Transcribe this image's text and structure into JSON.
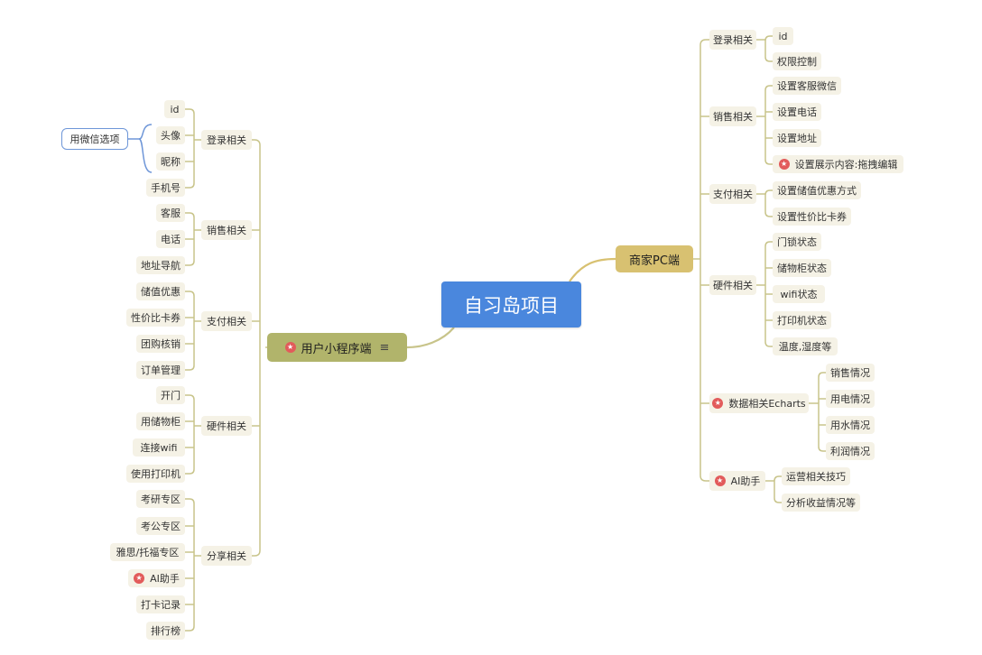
{
  "root": {
    "label": "自习岛项目",
    "user_side": {
      "label": "用户小程序端",
      "starred": true,
      "has_note": true,
      "groups": [
        {
          "label": "登录相关",
          "items": [
            {
              "label": "id"
            },
            {
              "label": "头像"
            },
            {
              "label": "昵称"
            },
            {
              "label": "手机号"
            }
          ],
          "callout": "用微信选项"
        },
        {
          "label": "销售相关",
          "items": [
            {
              "label": "客服"
            },
            {
              "label": "电话"
            },
            {
              "label": "地址导航"
            }
          ]
        },
        {
          "label": "支付相关",
          "items": [
            {
              "label": "储值优惠"
            },
            {
              "label": "性价比卡券"
            },
            {
              "label": "团购核销"
            },
            {
              "label": "订单管理"
            }
          ]
        },
        {
          "label": "硬件相关",
          "items": [
            {
              "label": "开门"
            },
            {
              "label": "用储物柜"
            },
            {
              "label": "连接wifi"
            },
            {
              "label": "使用打印机"
            }
          ]
        },
        {
          "label": "分享相关",
          "items": [
            {
              "label": "考研专区"
            },
            {
              "label": "考公专区"
            },
            {
              "label": "雅思/托福专区"
            },
            {
              "label": "AI助手",
              "starred": true
            },
            {
              "label": "打卡记录"
            },
            {
              "label": "排行榜"
            }
          ]
        }
      ]
    },
    "merchant_side": {
      "label": "商家PC端",
      "groups": [
        {
          "label": "登录相关",
          "items": [
            {
              "label": "id"
            },
            {
              "label": "权限控制"
            }
          ]
        },
        {
          "label": "销售相关",
          "items": [
            {
              "label": "设置客服微信"
            },
            {
              "label": "设置电话"
            },
            {
              "label": "设置地址"
            },
            {
              "label": "设置展示内容:拖拽编辑",
              "starred": true
            }
          ]
        },
        {
          "label": "支付相关",
          "items": [
            {
              "label": "设置储值优惠方式"
            },
            {
              "label": "设置性价比卡券"
            }
          ]
        },
        {
          "label": "硬件相关",
          "items": [
            {
              "label": "门锁状态"
            },
            {
              "label": "储物柜状态"
            },
            {
              "label": "wifi状态"
            },
            {
              "label": "打印机状态"
            },
            {
              "label": "温度,湿度等"
            }
          ]
        },
        {
          "label": "数据相关Echarts",
          "starred": true,
          "items": [
            {
              "label": "销售情况"
            },
            {
              "label": "用电情况"
            },
            {
              "label": "用水情况"
            },
            {
              "label": "利润情况"
            }
          ]
        },
        {
          "label": "AI助手",
          "starred": true,
          "items": [
            {
              "label": "运营相关技巧"
            },
            {
              "label": "分析收益情况等"
            }
          ]
        }
      ]
    }
  },
  "colors": {
    "root_fill": "#4a87dd",
    "user_branch": "#b1b46b",
    "merchant_branch": "#d8c171",
    "leaf_fill": "#f5f2e6",
    "line": "#c8c48a",
    "callout_border": "#6e96d8",
    "marker_star": "#e25b5b"
  },
  "icons": {
    "marker": "star-marker-icon",
    "note": "note-lines-icon"
  }
}
